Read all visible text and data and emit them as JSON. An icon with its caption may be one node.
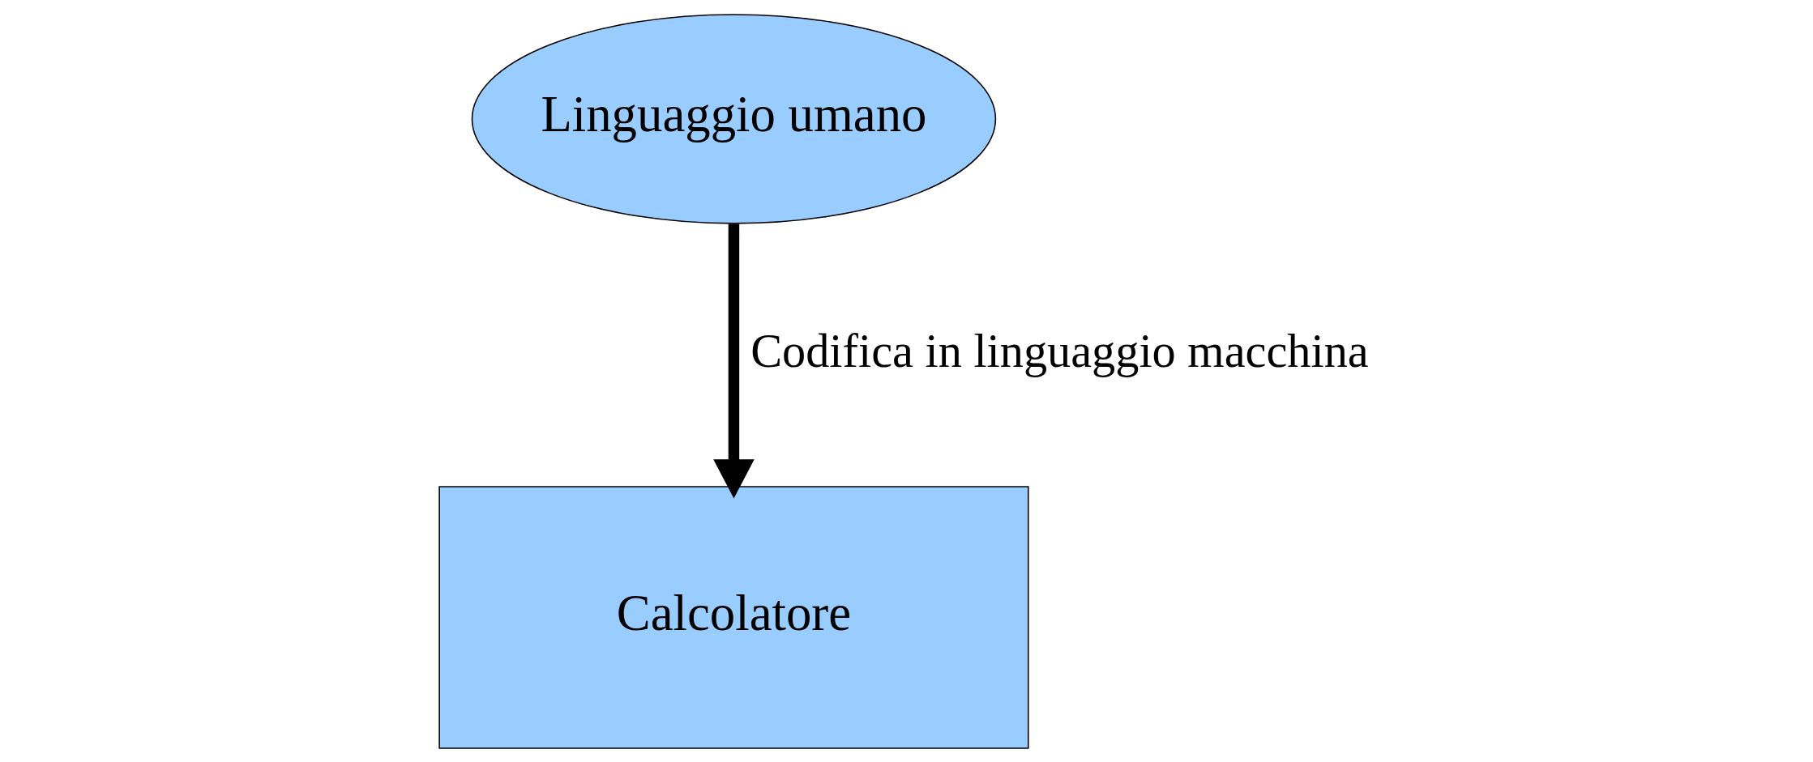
{
  "diagram": {
    "nodes": [
      {
        "text": [
          "Linguaggio umano"
        ]
      },
      {
        "text": [
          "Calcolatore"
        ]
      }
    ],
    "edges": [
      {
        "from": 0,
        "to": 1,
        "arrow": "to",
        "label": "Codifica in linguaggio macchina"
      }
    ]
  }
}
